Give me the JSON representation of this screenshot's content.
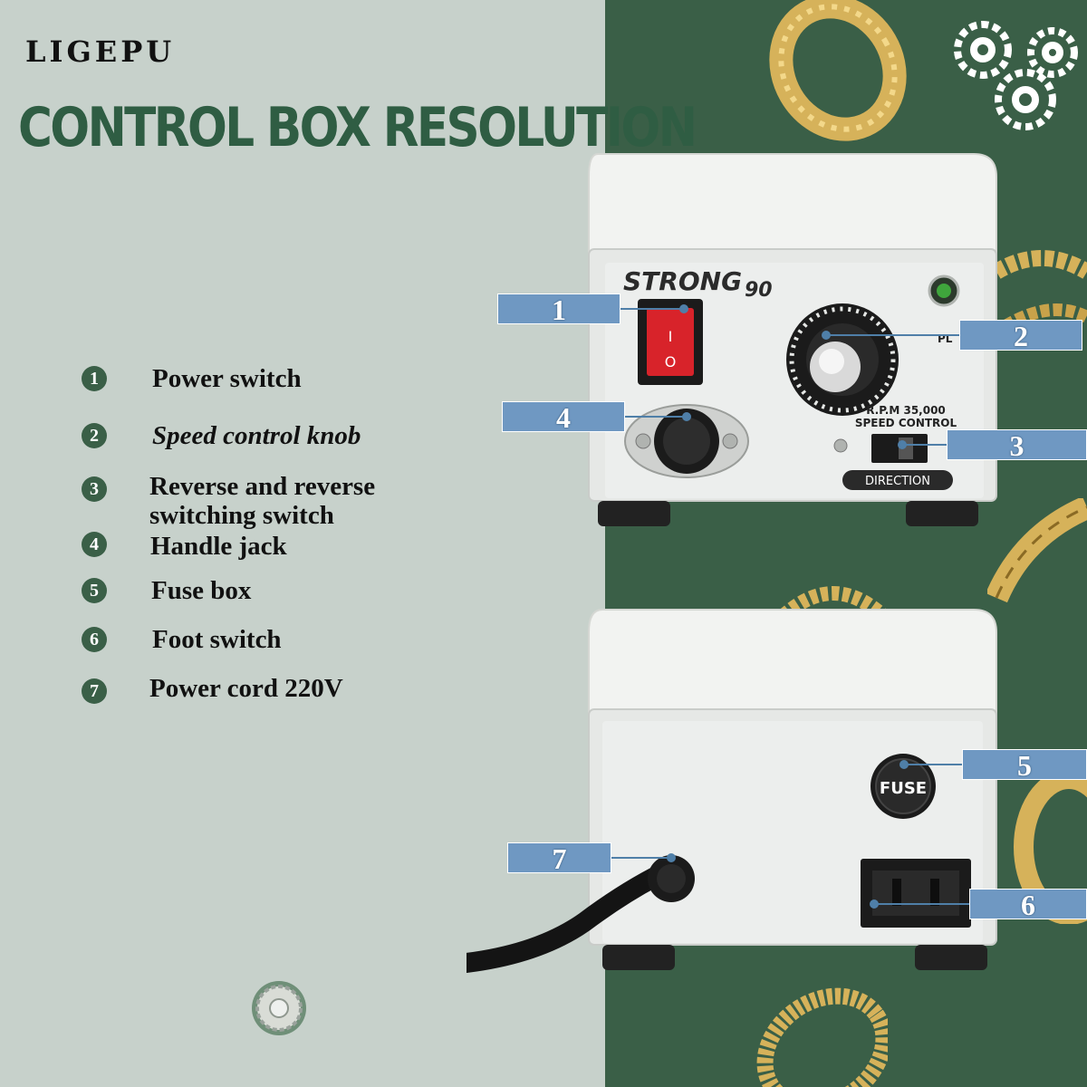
{
  "brand": "LIGEPU",
  "title": "CONTROL BOX RESOLUTION",
  "legend": [
    {
      "num": "1",
      "label": "Power switch"
    },
    {
      "num": "2",
      "label": "Speed control knob"
    },
    {
      "num": "3",
      "label": "Reverse and reverse switching switch"
    },
    {
      "num": "4",
      "label": "Handle jack"
    },
    {
      "num": "5",
      "label": "Fuse box"
    },
    {
      "num": "6",
      "label": "Foot switch"
    },
    {
      "num": "7",
      "label": "Power cord 220V"
    }
  ],
  "legend_lines": {
    "item3_line1": "Reverse and reverse",
    "item3_line2": "switching switch"
  },
  "device_front": {
    "model": "STRONG",
    "model_num": "90",
    "pl": "PL",
    "rpm": "R.P.M 35,000",
    "speed_control": "SPEED CONTROL",
    "direction": "DIRECTION",
    "switch_on": "I",
    "switch_off": "O"
  },
  "device_back": {
    "fuse": "FUSE"
  },
  "callouts": [
    "1",
    "2",
    "3",
    "4",
    "5",
    "6",
    "7"
  ],
  "colors": {
    "left_bg": "#c7d1cb",
    "right_bg": "#3a5f47",
    "title": "#2f5d43",
    "callout": "#6f98c2",
    "switch": "#d8232a"
  }
}
